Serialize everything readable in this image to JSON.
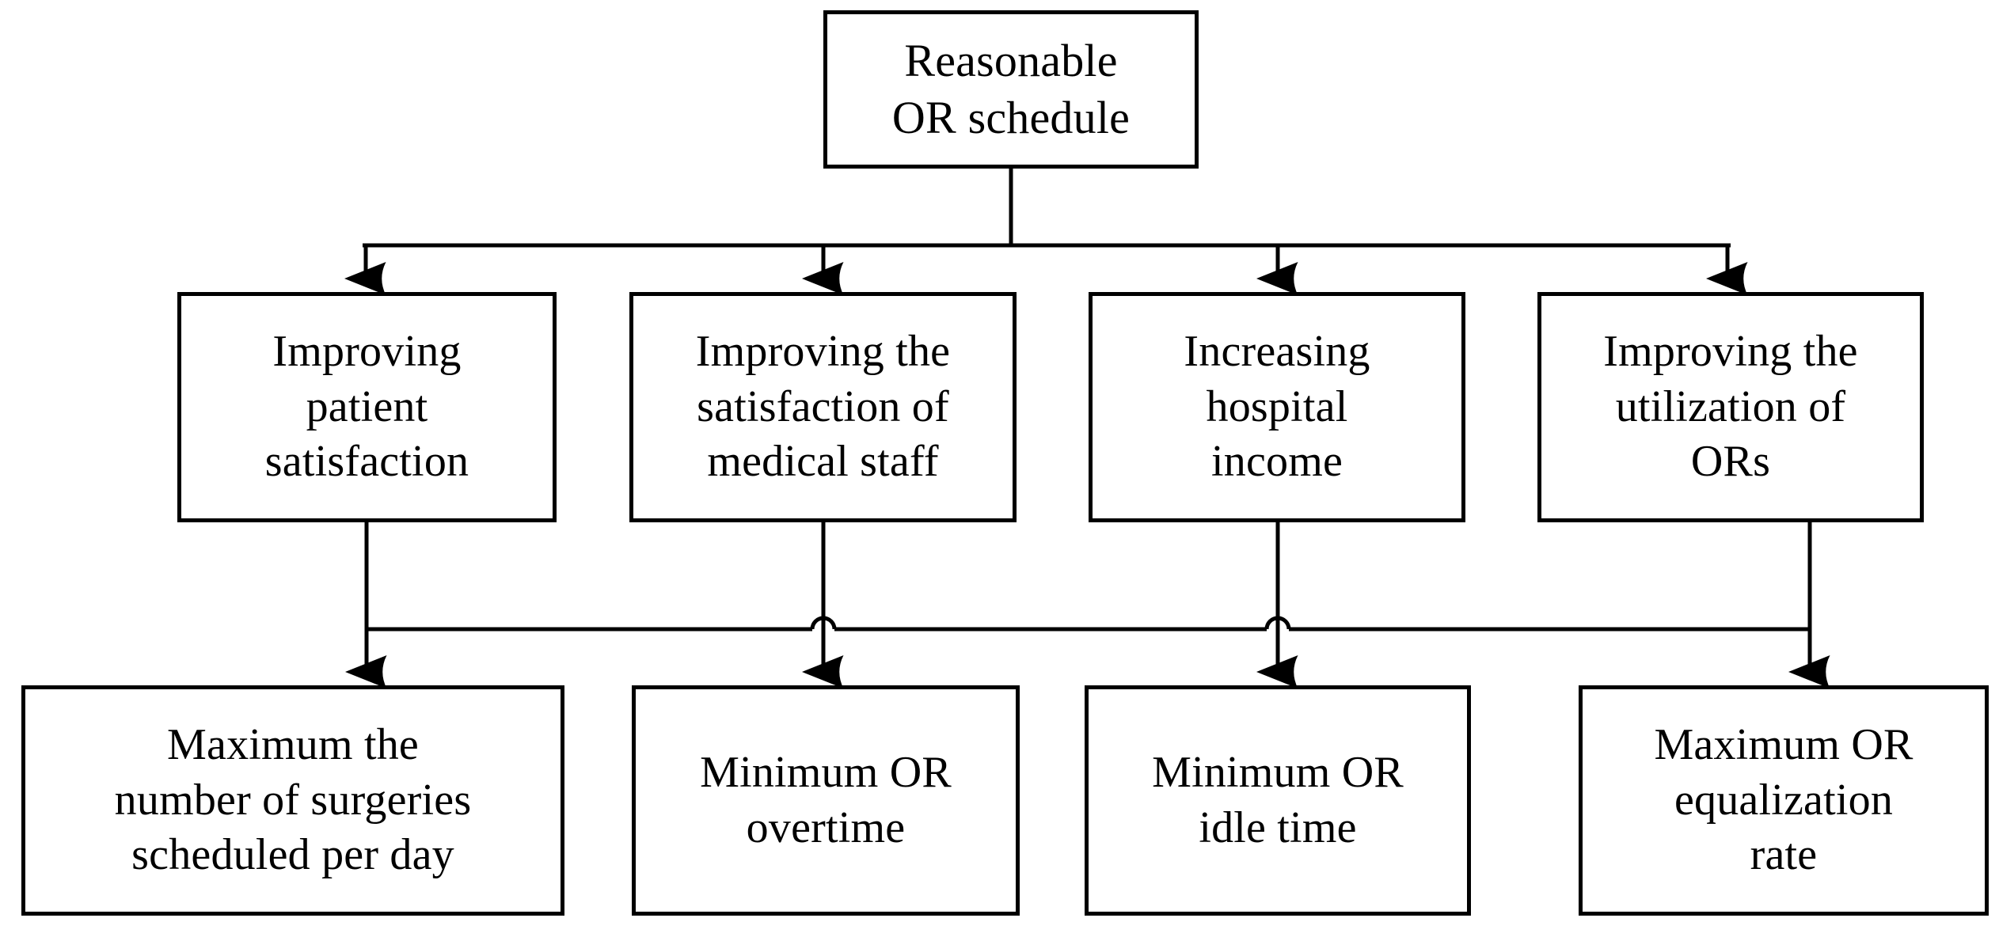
{
  "diagram": {
    "type": "hierarchy-flowchart",
    "orientation": "top-down",
    "levels": 3,
    "line_color": "#000000",
    "box_fill": "#ffffff",
    "box_border_color": "#000000"
  },
  "root": {
    "label": "Reasonable\nOR schedule"
  },
  "objectives": [
    {
      "label": "Improving\npatient\nsatisfaction"
    },
    {
      "label": "Improving the\nsatisfaction of\nmedical staff"
    },
    {
      "label": "Increasing\nhospital\nincome"
    },
    {
      "label": "Improving the\nutilization of\nORs"
    }
  ],
  "goals": [
    {
      "label": "Maximum the\nnumber of surgeries\nscheduled per day"
    },
    {
      "label": "Minimum OR\novertime"
    },
    {
      "label": "Minimum OR\nidle time"
    },
    {
      "label": "Maximum OR\nequalization\nrate"
    }
  ],
  "connectors": {
    "root_to_objectives": {
      "style": "orthogonal-bus-with-arrowheads",
      "targets": 4
    },
    "objectives_to_goals": {
      "style": "orthogonal-bus-with-arrowheads-and-line-jumps",
      "targets": 4,
      "line_jumps": 2
    }
  }
}
